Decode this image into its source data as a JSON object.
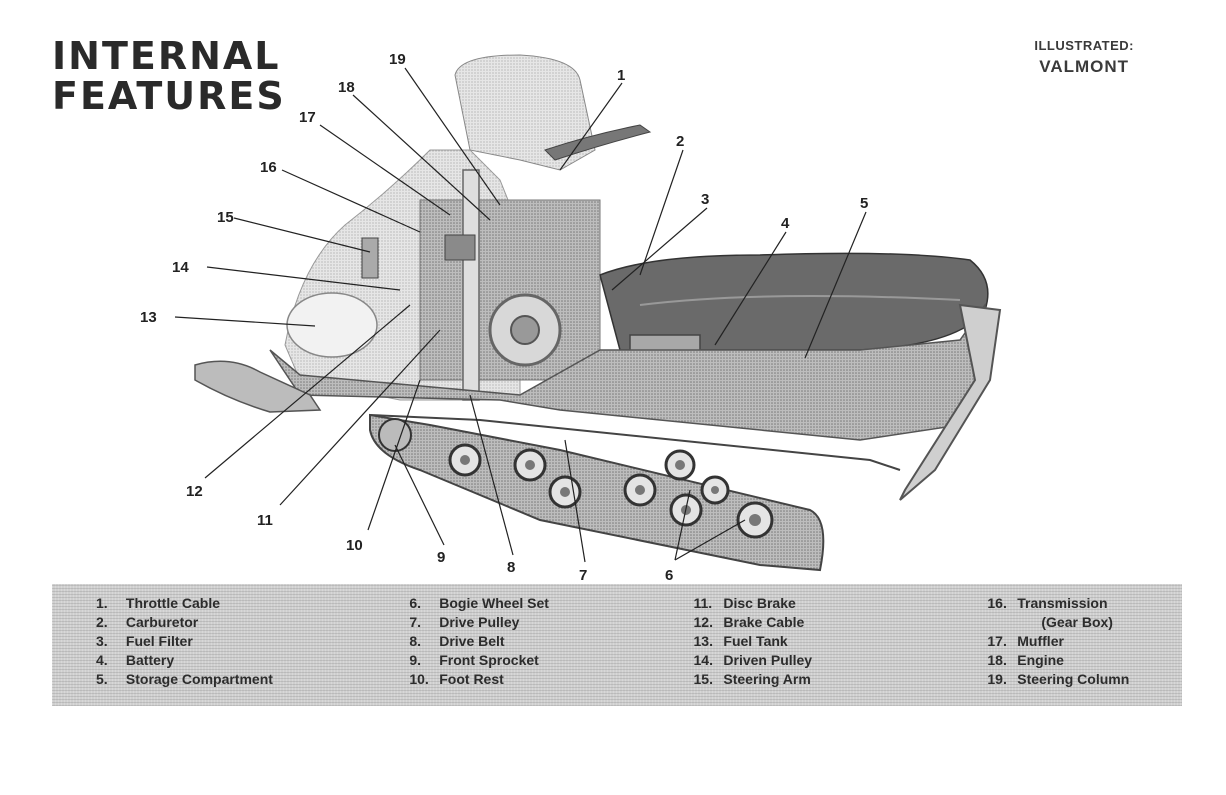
{
  "title": {
    "line1": "INTERNAL",
    "line2": "FEATURES"
  },
  "illustrated": {
    "label": "ILLUSTRATED:",
    "model": "VALMONT"
  },
  "callout_numbers": [
    "1",
    "2",
    "3",
    "4",
    "5",
    "6",
    "7",
    "8",
    "9",
    "10",
    "11",
    "12",
    "13",
    "14",
    "15",
    "16",
    "17",
    "18",
    "19"
  ],
  "legend": {
    "columns": [
      [
        {
          "num": "1.",
          "text": "Throttle Cable"
        },
        {
          "num": "2.",
          "text": "Carburetor"
        },
        {
          "num": "3.",
          "text": "Fuel Filter"
        },
        {
          "num": "4.",
          "text": "Battery"
        },
        {
          "num": "5.",
          "text": "Storage Compartment"
        }
      ],
      [
        {
          "num": "6.",
          "text": "Bogie Wheel Set"
        },
        {
          "num": "7.",
          "text": "Drive Pulley"
        },
        {
          "num": "8.",
          "text": "Drive Belt"
        },
        {
          "num": "9.",
          "text": "Front Sprocket"
        },
        {
          "num": "10.",
          "text": "Foot Rest"
        }
      ],
      [
        {
          "num": "11.",
          "text": "Disc Brake"
        },
        {
          "num": "12.",
          "text": "Brake Cable"
        },
        {
          "num": "13.",
          "text": "Fuel Tank"
        },
        {
          "num": "14.",
          "text": "Driven Pulley"
        },
        {
          "num": "15.",
          "text": "Steering Arm"
        }
      ],
      [
        {
          "num": "16.",
          "text": "Transmission"
        },
        {
          "num": "",
          "text": "(Gear Box)"
        },
        {
          "num": "17.",
          "text": "Muffler"
        },
        {
          "num": "18.",
          "text": "Engine"
        },
        {
          "num": "19.",
          "text": "Steering Column"
        }
      ]
    ]
  }
}
